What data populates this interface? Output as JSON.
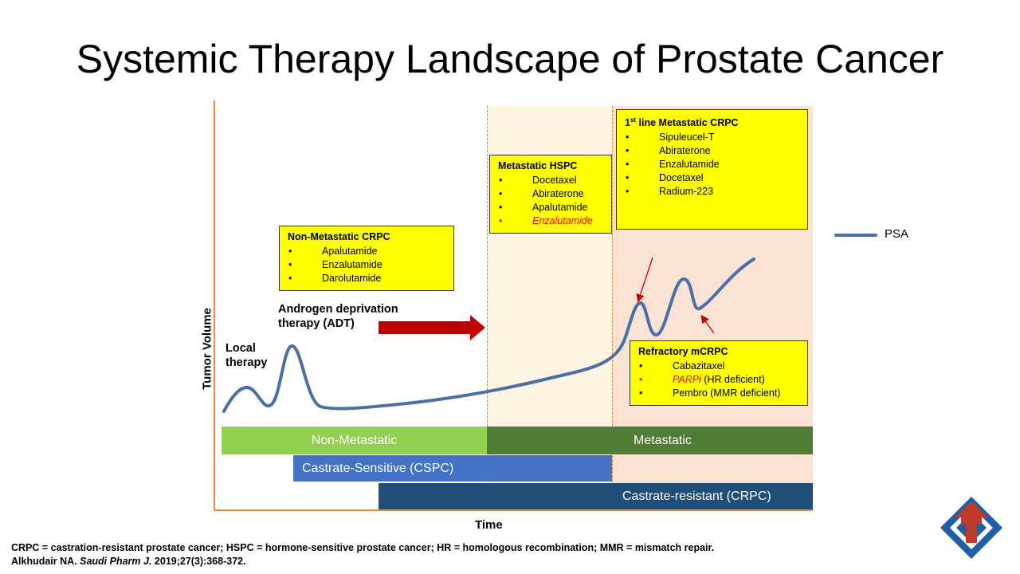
{
  "title": "Systemic Therapy Landscape of Prostate Cancer",
  "axes": {
    "y_label": "Tumor Volume",
    "x_label": "Time"
  },
  "annotations": {
    "local_therapy": [
      "Local",
      "therapy"
    ],
    "adt": [
      "Androgen deprivation",
      "therapy (ADT)"
    ]
  },
  "boxes": {
    "nm_crpc": {
      "title": "Non-Metastatic  CRPC",
      "items": [
        "Apalutamide",
        "Enzalutamide",
        "Darolutamide"
      ]
    },
    "m_hspc": {
      "title": "Metastatic HSPC",
      "items": [
        "Docetaxel",
        "Abiraterone",
        "Apalutamide"
      ],
      "italic_item": "Enzalutamide"
    },
    "first_line": {
      "title_sup": "st",
      "title_pre": "1",
      "title_rest": " line Metastatic CRPC",
      "items": [
        "Sipuleucel-T",
        "Abiraterone",
        "Enzalutamide",
        "Docetaxel",
        "Radium-223"
      ]
    },
    "refractory": {
      "title": "Refractory  mCRPC",
      "item1": "Cabazitaxel",
      "item2_italic": "PARPi",
      "item2_rest": " (HR deficient)",
      "item3": "Pembro  (MMR deficient)"
    }
  },
  "bullet": "•",
  "bars": {
    "non_metastatic": "Non-Metastatic",
    "metastatic": "Metastatic",
    "cspc": "Castrate-Sensitive (CSPC)",
    "crpc": "Castrate-resistant (CRPC)"
  },
  "legend": {
    "label": "PSA"
  },
  "colors": {
    "psa_line": "#4a6fa8",
    "yellow_box": "#ffff00",
    "light_green": "#92d050",
    "dark_green": "#4f7d35",
    "blue": "#4472c4",
    "navy": "#1f4e79",
    "arrow_red": "#c00000",
    "bg_cream": "#fdf5e2",
    "bg_peach": "#fbe3d4"
  },
  "footer": {
    "line1": "CRPC = castration-resistant  prostate cancer;  HSPC = hormone-sensitive prostate cancer;  HR = homologous  recombination;  MMR = mismatch  repair.",
    "line2_pre": "Alkhudair  NA. ",
    "journal": "Saudi Pharm J.",
    "line2_post": " 2019;27(3):368-372."
  }
}
